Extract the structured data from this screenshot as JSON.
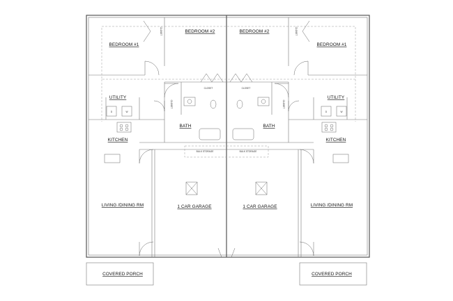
{
  "rooms": {
    "left": {
      "bedroom1": "BEDROOM #1",
      "bedroom2": "BEDROOM #2",
      "utility": "UTILITY",
      "bath": "BATH",
      "kitchen": "KITCHEN",
      "living": "LIVING /DINING RM",
      "garage": "1 CAR GARAGE",
      "porch": "COVERED PORCH"
    },
    "right": {
      "bedroom1": "BEDROOM #1",
      "bedroom2": "BEDROOM #2",
      "utility": "UTILITY",
      "bath": "BATH",
      "kitchen": "KITCHEN",
      "living": "LIVING /DINING RM",
      "garage": "1 CAR GARAGE",
      "porch": "COVERED PORCH"
    }
  },
  "small_labels": {
    "closet": "CLOSET",
    "bulk_storage": "BULK STORAGE",
    "dryer": "D",
    "washer": "W"
  },
  "colors": {
    "wall": "#555555",
    "text": "#111111",
    "background": "#ffffff"
  }
}
